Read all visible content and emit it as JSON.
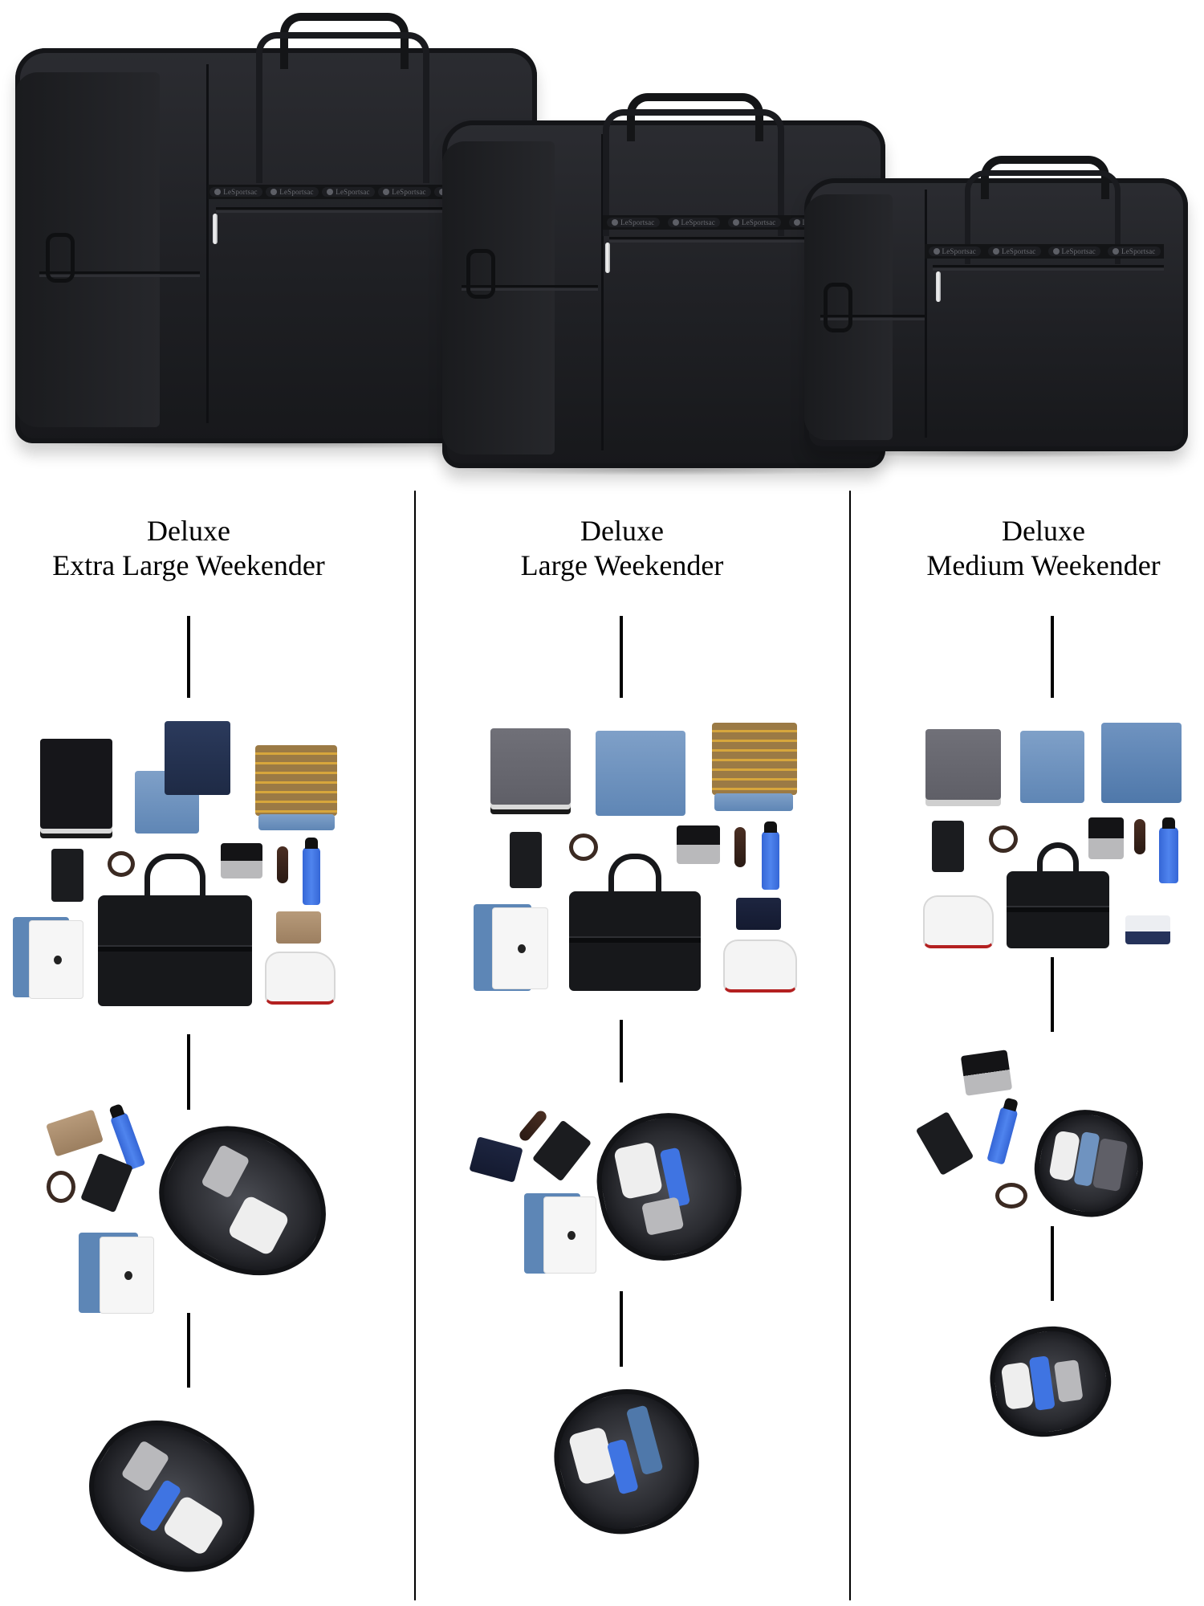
{
  "hero": {
    "brand_logo_text": "LeSportsac",
    "bags": [
      {
        "size": "Extra Large",
        "color": "#1f2024"
      },
      {
        "size": "Large",
        "color": "#1f2024"
      },
      {
        "size": "Medium",
        "color": "#1f2024"
      }
    ]
  },
  "columns": [
    {
      "title_line1": "Deluxe",
      "title_line2": "Extra Large Weekender",
      "stages": [
        "contents-flat-lay",
        "packing-in-progress",
        "fully-packed"
      ]
    },
    {
      "title_line1": "Deluxe",
      "title_line2": "Large Weekender",
      "stages": [
        "contents-flat-lay",
        "packing-in-progress",
        "fully-packed"
      ]
    },
    {
      "title_line1": "Deluxe",
      "title_line2": "Medium Weekender",
      "stages": [
        "contents-flat-lay",
        "packing-in-progress",
        "fully-packed"
      ]
    }
  ],
  "colors": {
    "background": "#ffffff",
    "text": "#000000",
    "divider": "#000000",
    "bag_black": "#1f2024",
    "bottle_blue": "#3f74e2",
    "sleeve_blue": "#5d86b6"
  }
}
